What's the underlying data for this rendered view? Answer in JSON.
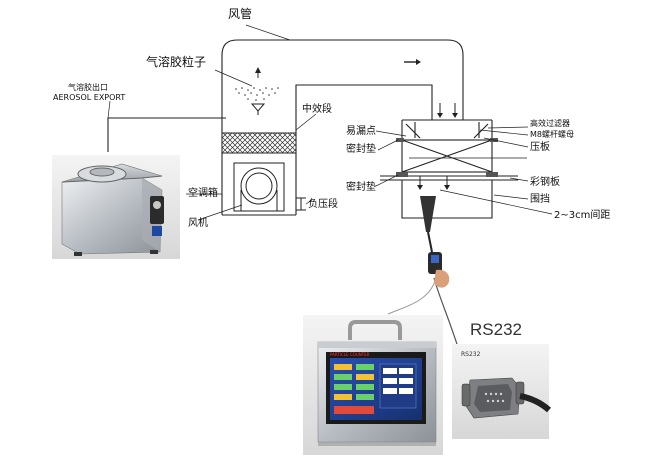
{
  "labels": {
    "duct": "风管",
    "aerosol_particles": "气溶胶粒子",
    "aerosol_outlet_cn": "气溶胶出口",
    "aerosol_outlet_en": "AEROSOL EXPORT",
    "medium_filter": "中效段",
    "ac_box": "空调箱",
    "fan": "风机",
    "negative_pressure": "负压段",
    "leak_point": "易漏点",
    "seal_pad_top": "密封垫",
    "seal_pad_bottom": "密封垫",
    "hepa_filter": "高效过滤器",
    "bolt_nut": "M8螺杆螺母",
    "press_plate": "压板",
    "color_steel_plate": "彩钢板",
    "enclosure": "围挡",
    "gap_distance": "2~3cm间距",
    "rs232": "RS232",
    "rs232_small": "RS232",
    "counter_brand": "PARTICLE COUNTER"
  }
}
